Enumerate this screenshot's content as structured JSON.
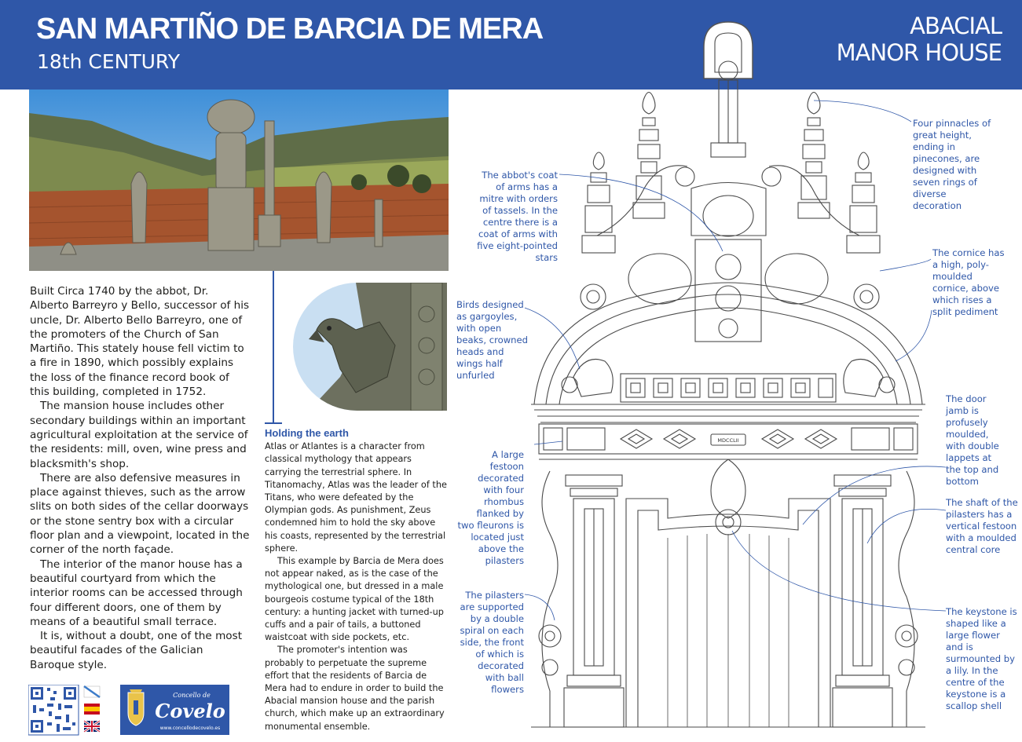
{
  "header": {
    "title": "SAN MARTIÑO DE BARCIA DE MERA",
    "subtitle": "18th CENTURY",
    "tag_line1": "ABACIAL",
    "tag_line2": "MANOR HOUSE"
  },
  "left_text": [
    "Built Circa 1740 by the abbot, Dr. Alberto Barreyro y Bello, successor of his uncle, Dr. Alberto Bello Barreyro, one of the promoters of the Church of San Martiño. This stately house fell victim to a fire in 1890, which possibly explains the loss of the finance record book of this building, completed in 1752.",
    "The mansion house includes other secondary buildings within an important agricultural exploitation at the service of the residents: mill, oven, wine press and blacksmith's shop.",
    "There are also defensive measures in place against thieves, such as the arrow slits on both sides of the cellar doorways or the stone sentry box with a circular floor plan and a viewpoint, located in the corner of the north façade.",
    "The interior of the manor house has a beautiful courtyard from which the interior rooms can be accessed through four different doors, one of them by means of a beautiful small terrace.",
    "It is, without a doubt, one of the most beautiful facades of the Galician Baroque style."
  ],
  "holding": {
    "heading": "Holding the earth",
    "paragraphs": [
      "Atlas or Atlantes is a character from classical mythology that appears carrying the terrestrial sphere. In Titanomachy, Atlas was the leader of the Titans, who were defeated by the Olympian gods. As punishment, Zeus condemned him to hold the sky above his coasts, represented by the terrestrial sphere.",
      "This example by Barcia de Mera does not appear naked, as is the case of the mythological one, but dressed in a male bourgeois costume typical of the 18th century: a hunting jacket with turned-up cuffs and a pair of tails, a buttoned waistcoat with side pockets, etc.",
      "The promoter's intention was probably to perpetuate the supreme effort that the residents of Barcia de Mera had to endure in order to build the Abacial mansion house and the parish church, which make up an extraordinary monumental ensemble."
    ]
  },
  "annotations": {
    "abbot": "The abbot's coat of arms has a mitre with orders of tassels. In the centre there is a coat of arms with five eight-pointed stars",
    "birds": "Birds designed as gargoyles, with open beaks, crowned heads and wings half unfurled",
    "festoon": "A large festoon decorated with four rhombus flanked by two fleurons is located just above the pilasters",
    "pilasters": "The pilasters are supported by a double spiral on each side, the front of which is decorated with ball flowers",
    "pinnacles": "Four pinnacles of great height, ending in pinecones, are designed with seven rings of diverse decoration",
    "cornice": "The cornice has a high, poly-moulded cornice, above which rises a split pediment",
    "doorjamb": "The door jamb is profusely moulded, with double lappets at the top and bottom",
    "shaft": "The shaft of the pilasters has a vertical festoon with a moulded central core",
    "keystone": "The keystone is shaped like a large flower and is surmounted by a lily. In the centre of the keystone is a scallop shell"
  },
  "drawing": {
    "date_inscription": "MDCCLII"
  },
  "logo": {
    "script_top": "Concello de",
    "script_main": "Covelo",
    "url": "www.concellodecovelo.es"
  },
  "colors": {
    "brand_blue": "#2f57a8",
    "text": "#1d1d1b",
    "line_art": "#4a4a4a"
  }
}
